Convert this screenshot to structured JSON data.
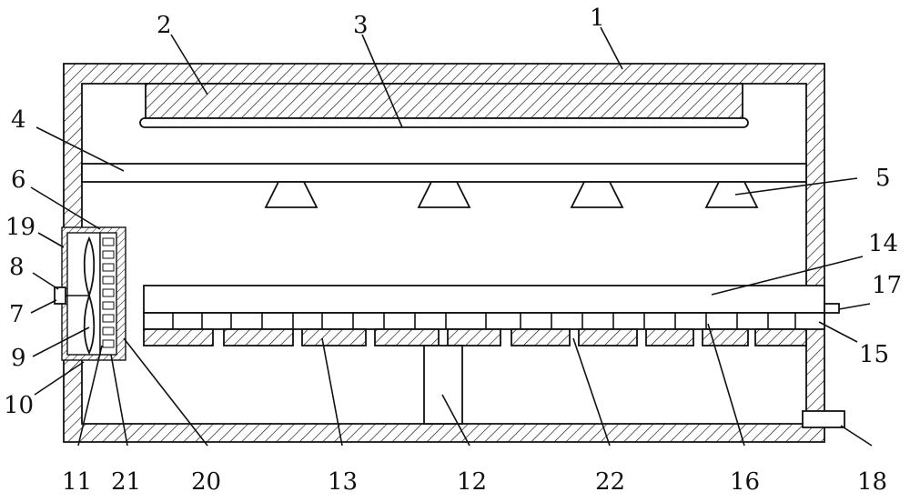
{
  "diagram": {
    "labels": [
      "1",
      "2",
      "3",
      "4",
      "5",
      "6",
      "19",
      "8",
      "7",
      "9",
      "10",
      "11",
      "21",
      "20",
      "13",
      "12",
      "22",
      "16",
      "18",
      "14",
      "17",
      "15"
    ]
  }
}
